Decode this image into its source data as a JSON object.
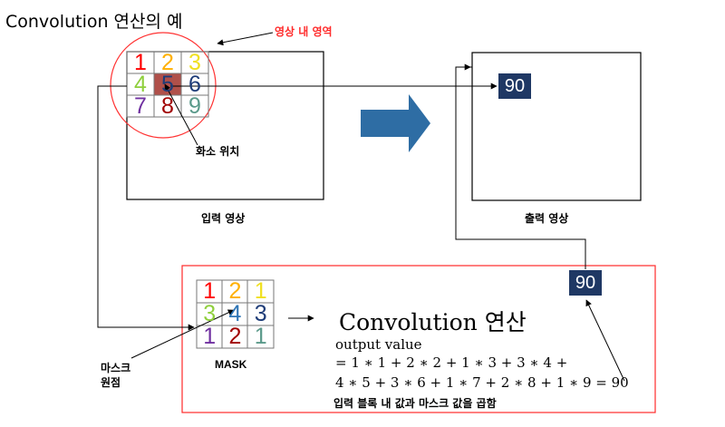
{
  "title": "Convolution 연산의 예",
  "region_label": "영상 내 영역",
  "pixel_position_label": "화소 위치",
  "input_image_label": "입력 영상",
  "output_image_label": "출력 영상",
  "output_value_top": "90",
  "output_value_bottom": "90",
  "input_grid": {
    "values": [
      "1",
      "2",
      "3",
      "4",
      "5",
      "6",
      "7",
      "8",
      "9"
    ],
    "colors": [
      "#ff0000",
      "#ffb000",
      "#f0e020",
      "#8fcf3c",
      "#1e3c78",
      "#1e3c78",
      "#7030a0",
      "#a00000",
      "#5b9a8b"
    ],
    "highlight_color": "#b0504a"
  },
  "mask_grid": {
    "values": [
      "1",
      "2",
      "1",
      "3",
      "4",
      "3",
      "1",
      "2",
      "1"
    ],
    "colors": [
      "#ff0000",
      "#ffb000",
      "#f0e020",
      "#8fcf3c",
      "#2e75b6",
      "#1e3c78",
      "#7030a0",
      "#a00000",
      "#5b9a8b"
    ]
  },
  "mask_caption": "MASK",
  "mask_origin_label_line1": "마스크",
  "mask_origin_label_line2": "원점",
  "convolution_title": "Convolution 연산",
  "output_value_label": "output value",
  "equation_line1": "= 1 ∗ 1 + 2 ∗ 2 + 1 ∗ 3 + 3 ∗ 4 +",
  "equation_line2": "4 ∗ 5 + 3 ∗ 6 + 1 ∗ 7 + 2 ∗ 8 + 1 ∗ 9 = 90",
  "multiply_note": "입력 블록 내 값과 마스크 값을 곱함",
  "colors": {
    "arrow_fill": "#2e6da4",
    "output_box": "#1f3864",
    "circle": "#ff3333",
    "red_frame": "#ff2a2a"
  }
}
